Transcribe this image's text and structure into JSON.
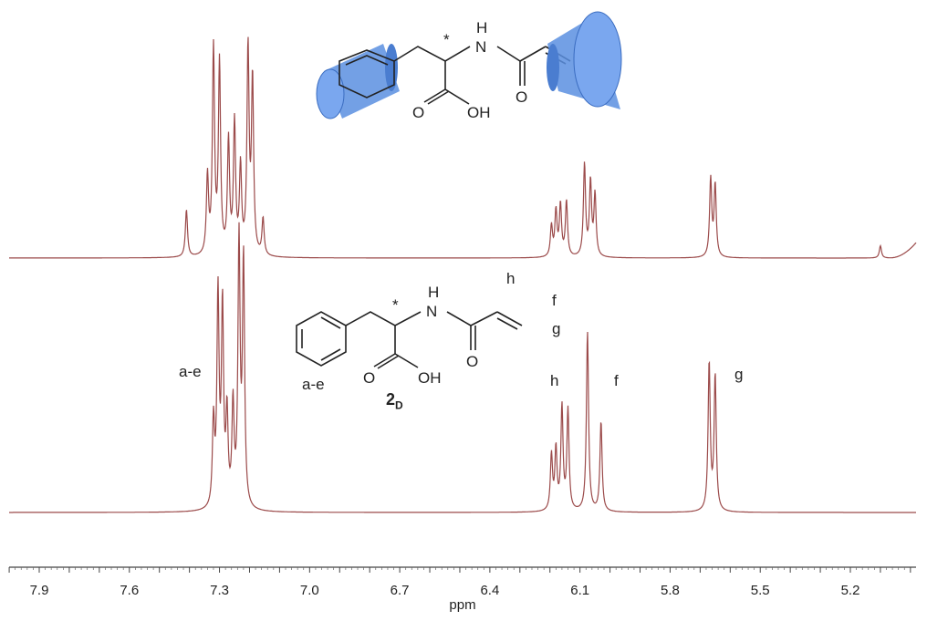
{
  "chart_data": {
    "type": "line",
    "title": "",
    "xlabel": "ppm",
    "ylabel": "",
    "xlim": [
      8.0,
      4.95
    ],
    "x_reversed": true,
    "xticks": [
      "7.9",
      "7.6",
      "7.3",
      "7.0",
      "6.7",
      "6.4",
      "6.1",
      "5.8",
      "5.5",
      "5.2"
    ],
    "grid": false,
    "legend": "none",
    "series": [
      {
        "color": "#9b4a4a",
        "peaks": [
          {
            "ppm": 7.41,
            "height": 0.23
          },
          {
            "ppm": 7.34,
            "height": 0.38
          },
          {
            "ppm": 7.32,
            "height": 1.0
          },
          {
            "ppm": 7.3,
            "height": 0.93
          },
          {
            "ppm": 7.27,
            "height": 0.55
          },
          {
            "ppm": 7.25,
            "height": 0.64
          },
          {
            "ppm": 7.23,
            "height": 0.42
          },
          {
            "ppm": 7.205,
            "height": 1.0
          },
          {
            "ppm": 7.19,
            "height": 0.85
          },
          {
            "ppm": 7.155,
            "height": 0.18
          },
          {
            "ppm": 6.195,
            "height": 0.15
          },
          {
            "ppm": 6.18,
            "height": 0.22
          },
          {
            "ppm": 6.165,
            "height": 0.25
          },
          {
            "ppm": 6.145,
            "height": 0.27
          },
          {
            "ppm": 6.085,
            "height": 0.45
          },
          {
            "ppm": 6.065,
            "height": 0.36
          },
          {
            "ppm": 6.05,
            "height": 0.3
          },
          {
            "ppm": 5.665,
            "height": 0.38
          },
          {
            "ppm": 5.65,
            "height": 0.35
          },
          {
            "ppm": 5.1,
            "height": 0.06
          }
        ]
      },
      {
        "color": "#9b4a4a",
        "peaks": [
          {
            "ppm": 7.32,
            "height": 0.32
          },
          {
            "ppm": 7.305,
            "height": 0.8
          },
          {
            "ppm": 7.29,
            "height": 0.75
          },
          {
            "ppm": 7.275,
            "height": 0.34
          },
          {
            "ppm": 7.255,
            "height": 0.38
          },
          {
            "ppm": 7.235,
            "height": 1.0
          },
          {
            "ppm": 7.22,
            "height": 0.93
          },
          {
            "ppm": 6.195,
            "height": 0.21
          },
          {
            "ppm": 6.18,
            "height": 0.23
          },
          {
            "ppm": 6.16,
            "height": 0.39
          },
          {
            "ppm": 6.14,
            "height": 0.38
          },
          {
            "ppm": 6.075,
            "height": 0.68
          },
          {
            "ppm": 6.03,
            "height": 0.34
          },
          {
            "ppm": 5.67,
            "height": 0.56
          },
          {
            "ppm": 5.65,
            "height": 0.51
          }
        ]
      }
    ],
    "annotations": {
      "ae_left": "a-e",
      "ae_struct": "a-e",
      "h_struct": "h",
      "f_struct": "f",
      "g_struct": "g",
      "h_peak": "h",
      "f_peak": "f",
      "g_peak": "g",
      "compound_num": "2",
      "compound_sub": "D",
      "nh_top": "H",
      "n_top": "N",
      "oh_top": "OH",
      "o_top": "O",
      "o_amide_top": "O",
      "star_top": "*",
      "nh_bot": "H",
      "n_bot": "N",
      "oh_bot": "OH",
      "o_bot": "O",
      "o_amide_bot": "O",
      "star_bot": "*"
    },
    "colors": {
      "spectrum": "#9b4a4a",
      "cyclodextrin": "#5b8fe0",
      "axis": "#444444"
    }
  }
}
